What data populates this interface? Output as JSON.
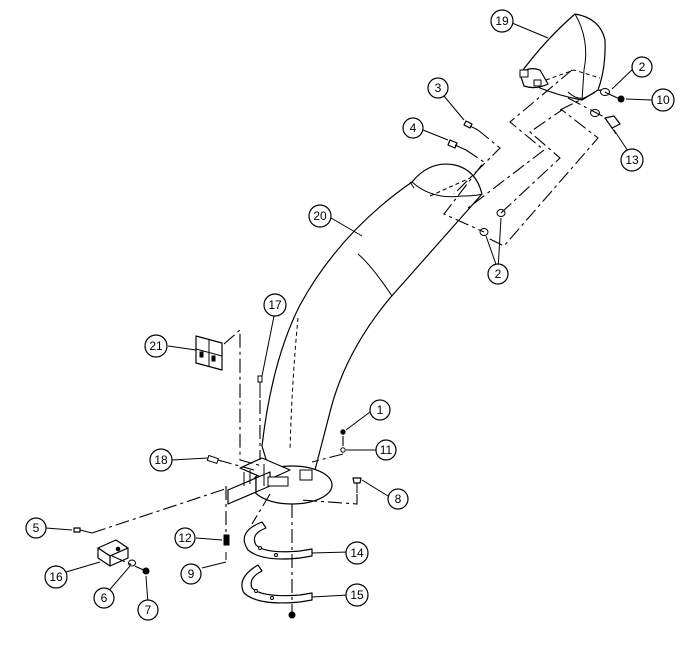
{
  "diagram": {
    "callouts": [
      {
        "id": "c1",
        "label": "1"
      },
      {
        "id": "c2a",
        "label": "2"
      },
      {
        "id": "c2b",
        "label": "2"
      },
      {
        "id": "c3",
        "label": "3"
      },
      {
        "id": "c4",
        "label": "4"
      },
      {
        "id": "c5",
        "label": "5"
      },
      {
        "id": "c6",
        "label": "6"
      },
      {
        "id": "c7",
        "label": "7"
      },
      {
        "id": "c8",
        "label": "8"
      },
      {
        "id": "c9",
        "label": "9"
      },
      {
        "id": "c10",
        "label": "10"
      },
      {
        "id": "c11",
        "label": "11"
      },
      {
        "id": "c12",
        "label": "12"
      },
      {
        "id": "c13",
        "label": "13"
      },
      {
        "id": "c14",
        "label": "14"
      },
      {
        "id": "c15",
        "label": "15"
      },
      {
        "id": "c16",
        "label": "16"
      },
      {
        "id": "c17",
        "label": "17"
      },
      {
        "id": "c18",
        "label": "18"
      },
      {
        "id": "c19",
        "label": "19"
      },
      {
        "id": "c20",
        "label": "20"
      },
      {
        "id": "c21",
        "label": "21"
      }
    ]
  }
}
